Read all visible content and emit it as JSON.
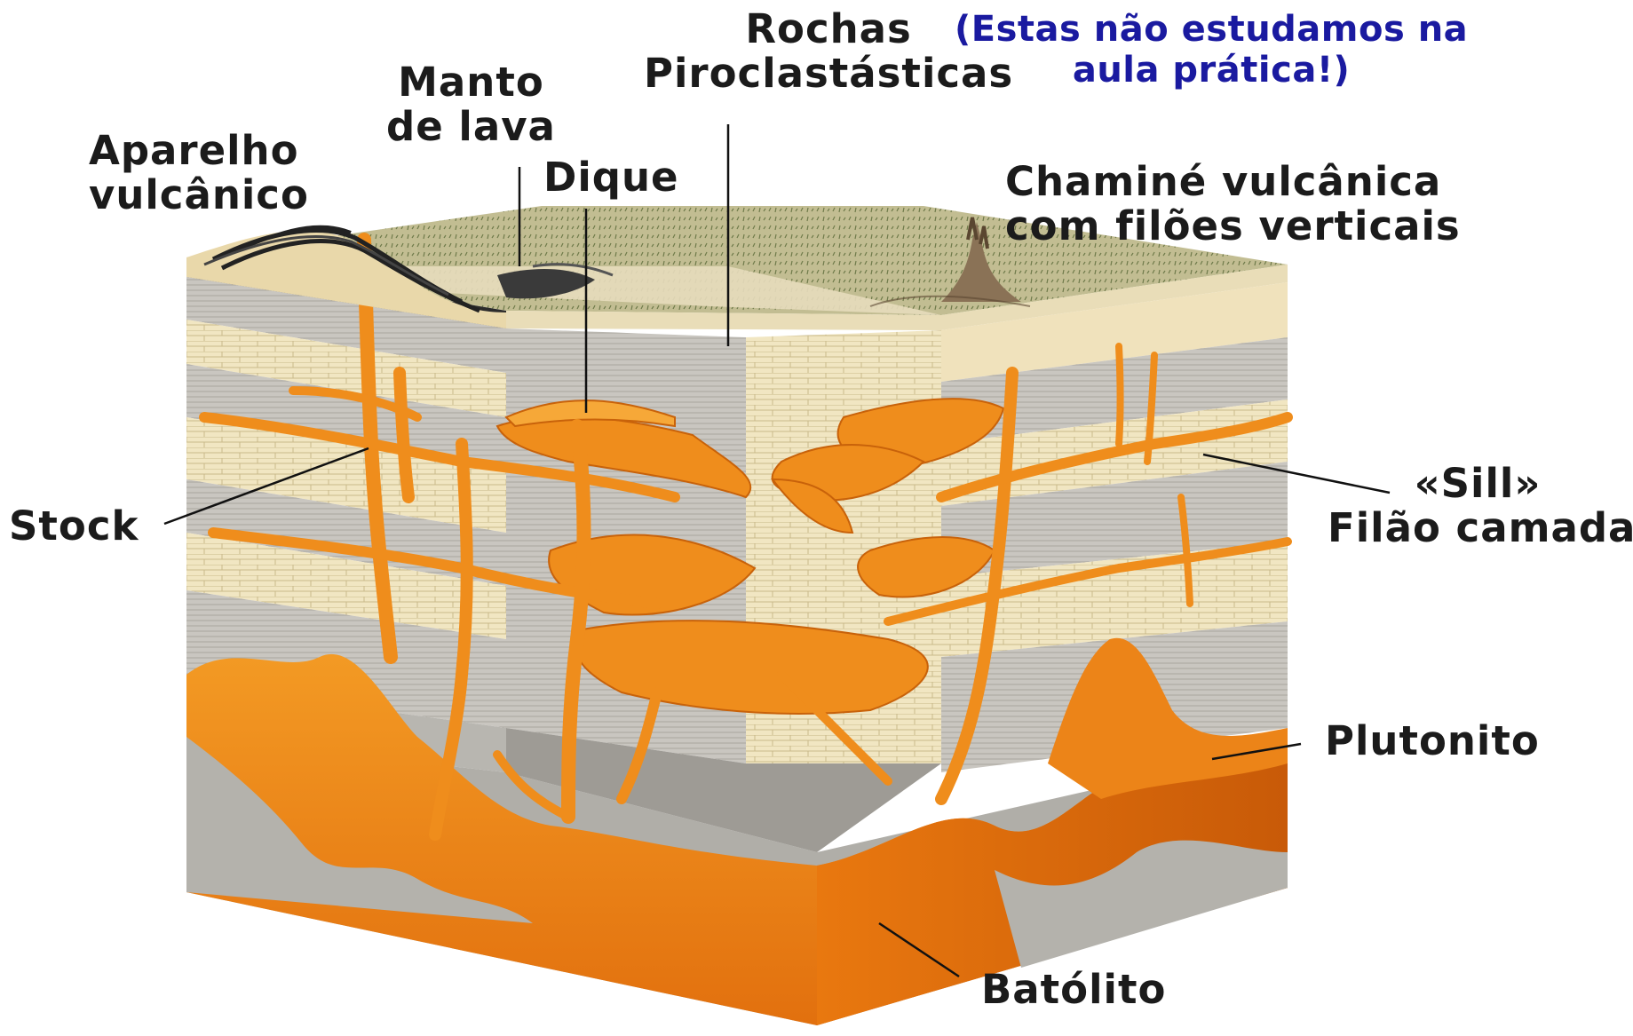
{
  "labels": {
    "aparelho": [
      "Aparelho",
      "vulcânico"
    ],
    "manto": [
      "Manto",
      "de lava"
    ],
    "dique": "Dique",
    "rochas": [
      "Rochas",
      "Piroclastásticas"
    ],
    "note": [
      "(Estas não estudamos na",
      "aula prática!)"
    ],
    "chamine": [
      "Chaminé vulcânica",
      "com filões verticais"
    ],
    "stock": "Stock",
    "sill": [
      "«Sill»",
      "Filão camada"
    ],
    "plutonito": "Plutonito",
    "batolito": "Batólito"
  },
  "colors": {
    "magma": "#ee8a1a",
    "magma_dark": "#d8680c",
    "magma_light": "#f6b04a",
    "limestone": "#f1e6c2",
    "shale": "#c9c6c0",
    "ground": "#b7b38a",
    "lava": "#222222",
    "note_blue": "#1a1aa0"
  }
}
